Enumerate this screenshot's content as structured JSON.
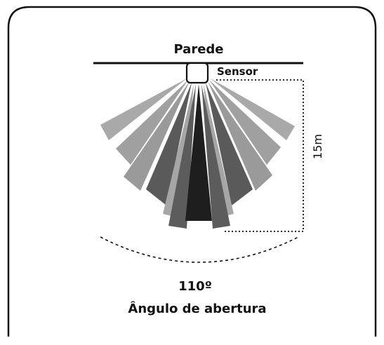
{
  "labels": {
    "wall": "Parede",
    "sensor": "Sensor",
    "distance": "15m",
    "angle": "110º",
    "angle_caption": "Ângulo de abertura"
  },
  "colors": {
    "frame": "#111111",
    "light_gray": "#a9a9a9",
    "mid_gray": "#9a9a9a",
    "dark_gray": "#5a5a5a",
    "center_black": "#1e1e1e"
  },
  "icons": {
    "sensor": "sensor-box-icon"
  }
}
